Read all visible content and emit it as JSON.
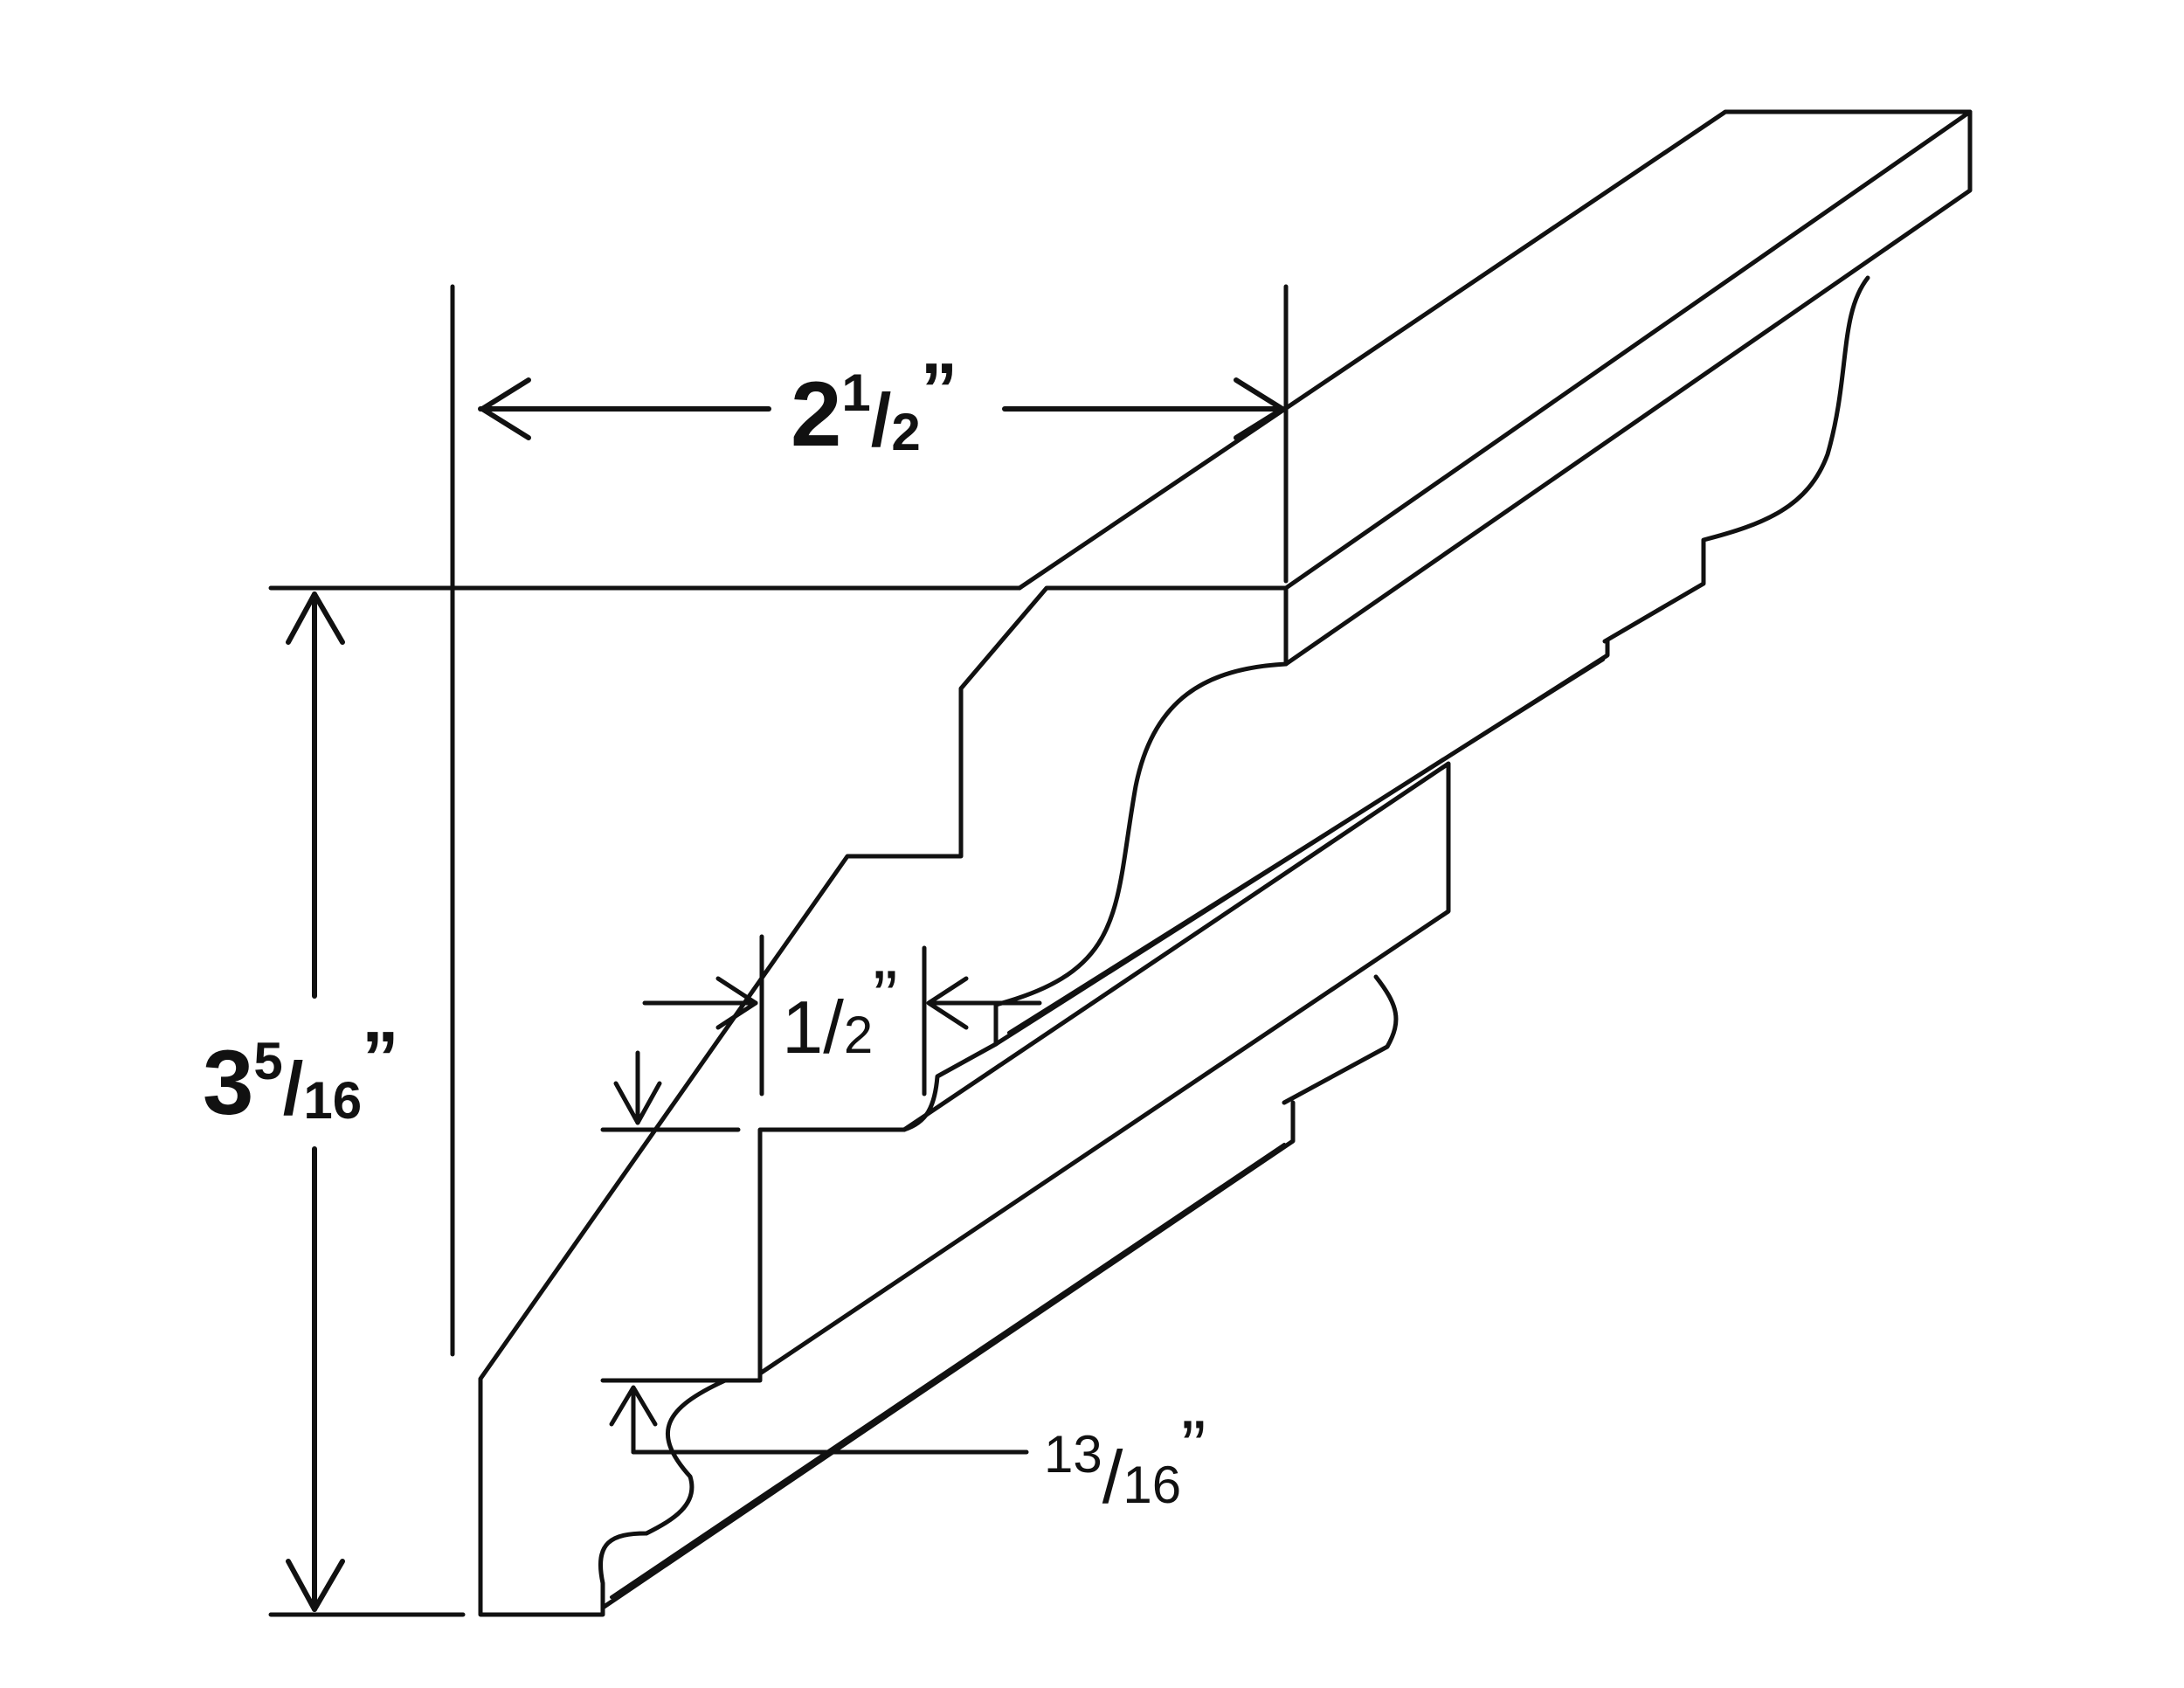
{
  "dimensions": {
    "width": {
      "whole": "2",
      "num": "1",
      "den": "2",
      "unit": "”"
    },
    "height": {
      "whole": "3",
      "num": "5",
      "den": "16",
      "unit": "”"
    },
    "step": {
      "num": "1",
      "den": "2",
      "unit": "”"
    },
    "cove": {
      "num": "13",
      "den": "16",
      "unit": "”"
    }
  },
  "colors": {
    "line": "#111111",
    "background": "#ffffff"
  }
}
